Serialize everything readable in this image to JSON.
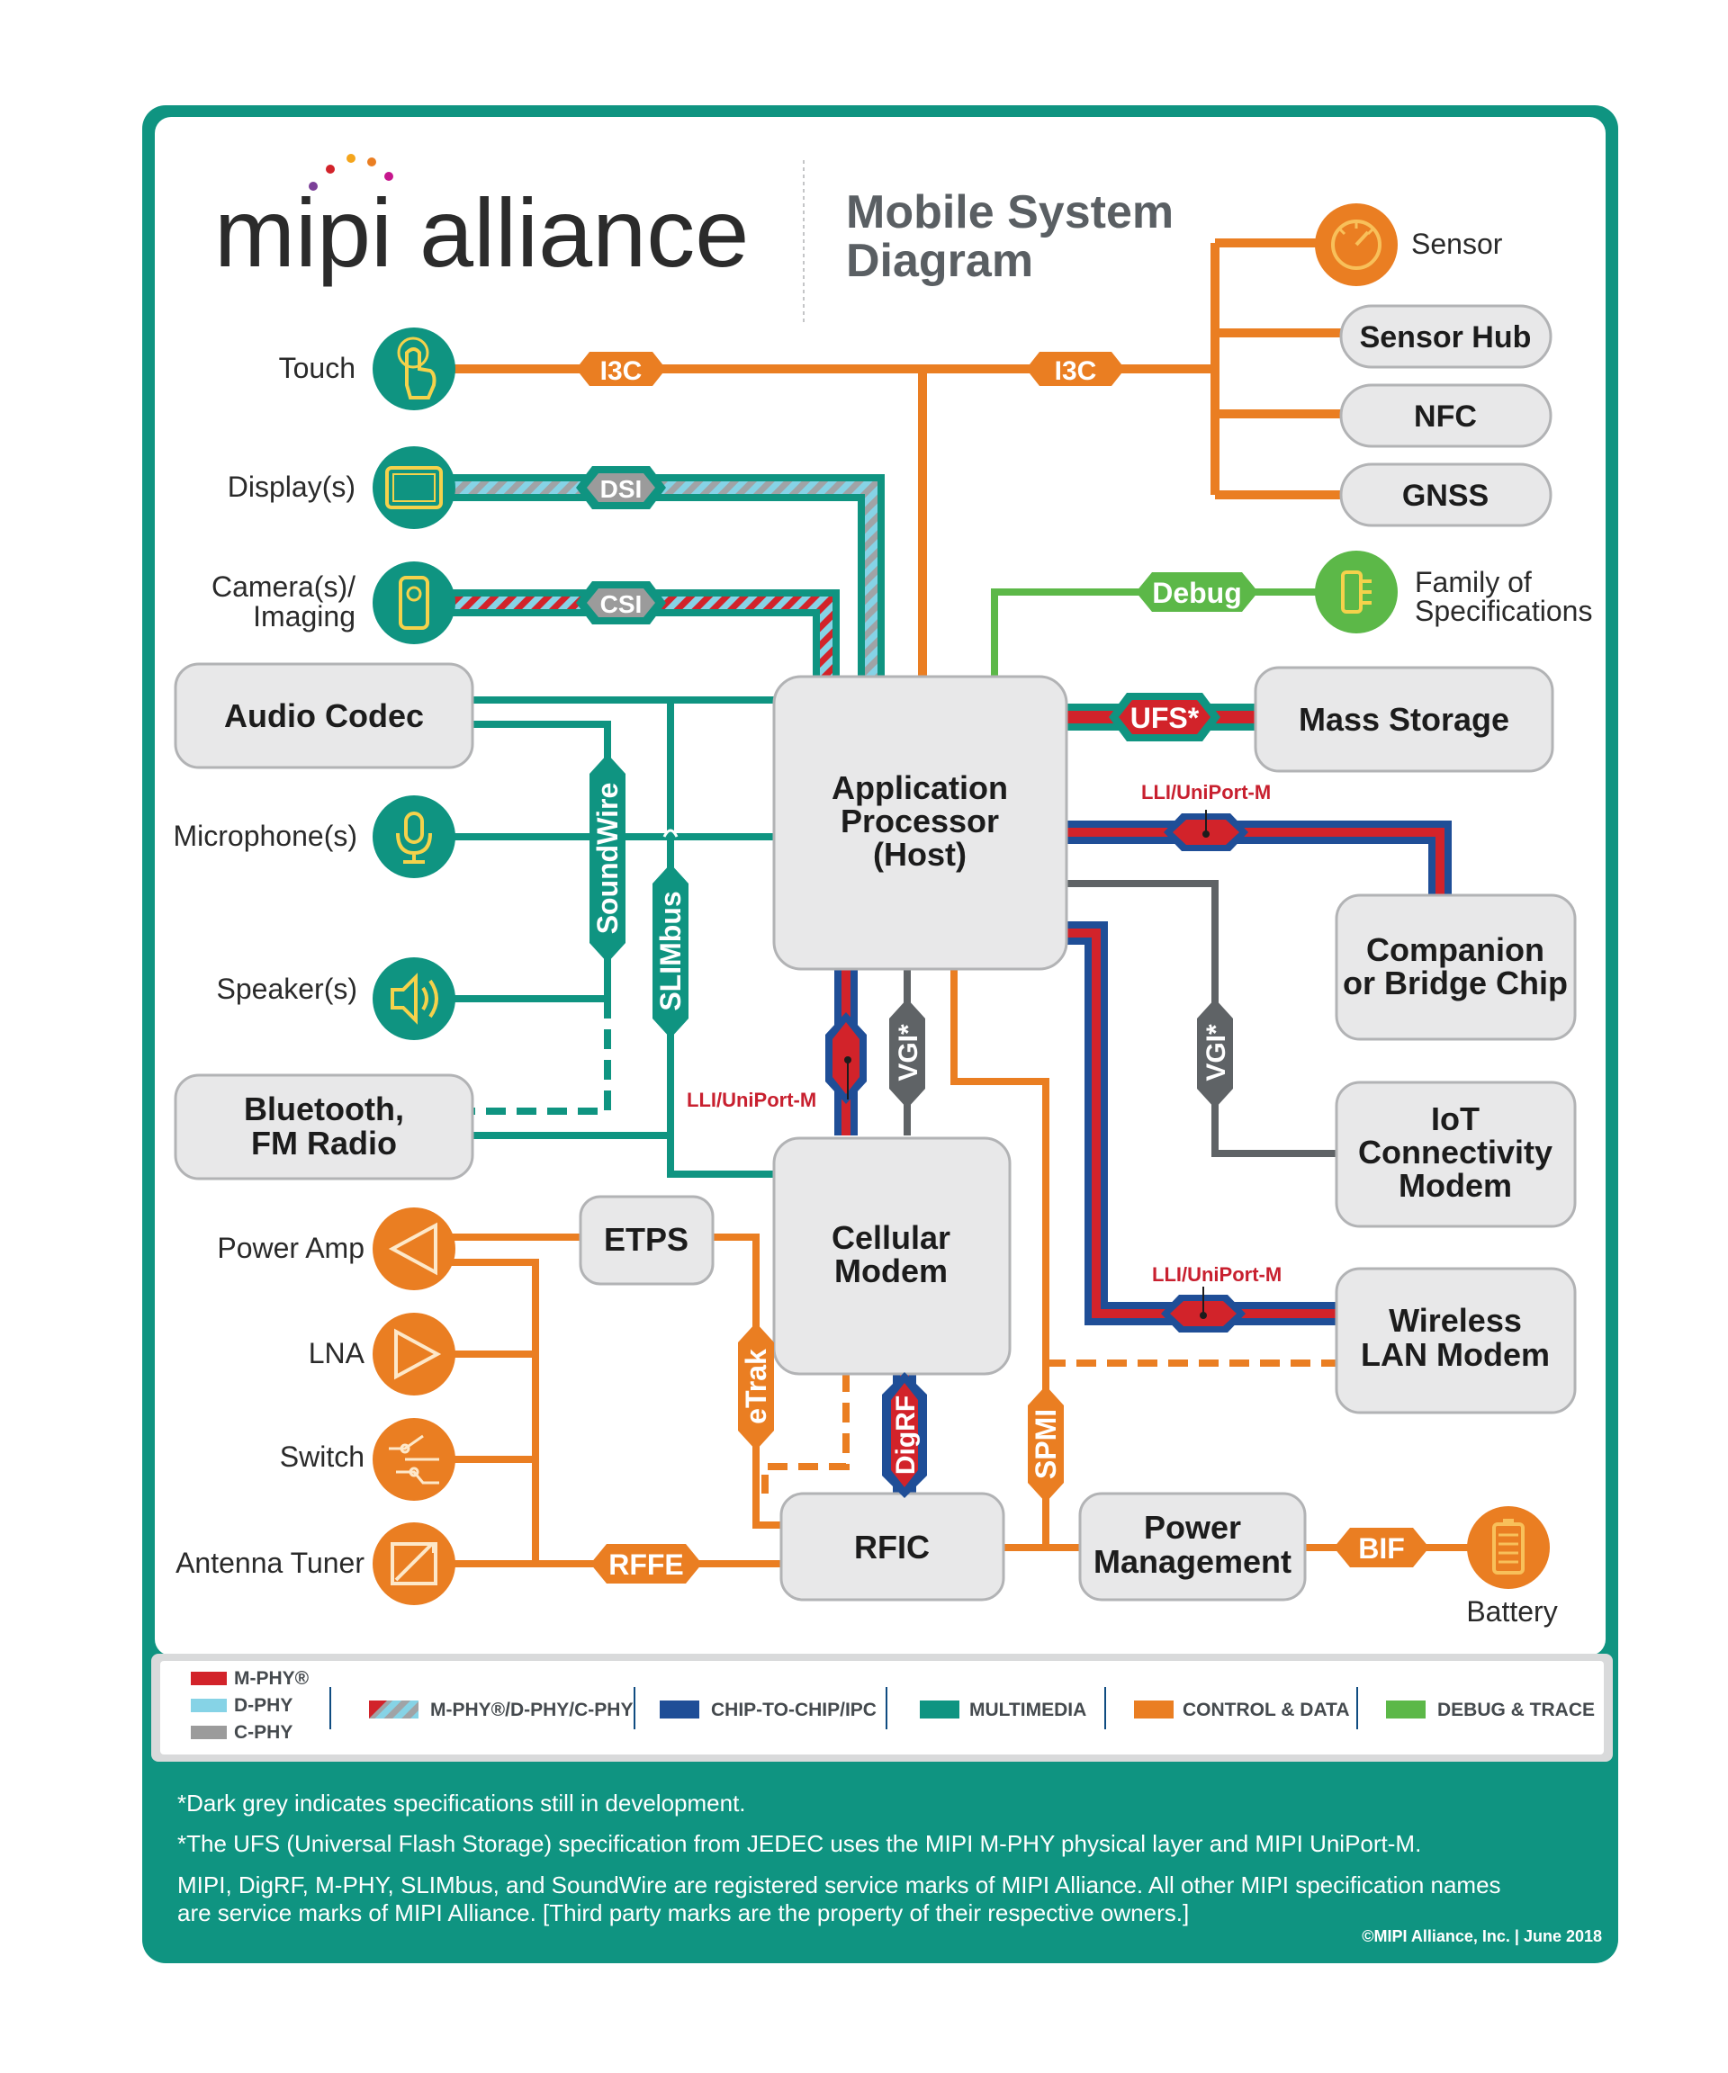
{
  "logo": {
    "text": "mipi alliance"
  },
  "title": {
    "line1": "Mobile System",
    "line2": "Diagram"
  },
  "left_devices": {
    "touch": "Touch",
    "displays": "Display(s)",
    "camera_line1": "Camera(s)/",
    "camera_line2": "Imaging",
    "microphones": "Microphone(s)",
    "speakers": "Speaker(s)",
    "power_amp": "Power Amp",
    "lna": "LNA",
    "switch": "Switch",
    "antenna_tuner": "Antenna Tuner"
  },
  "right_devices": {
    "sensor": "Sensor",
    "family_line1": "Family of",
    "family_line2": "Specifications",
    "battery": "Battery"
  },
  "boxes": {
    "audio_codec": "Audio Codec",
    "bt_line1": "Bluetooth,",
    "bt_line2": "FM Radio",
    "ap_line1": "Application",
    "ap_line2": "Processor",
    "ap_line3": "(Host)",
    "modem_line1": "Cellular",
    "modem_line2": "Modem",
    "etps": "ETPS",
    "rfic": "RFIC",
    "pm_line1": "Power",
    "pm_line2": "Management",
    "sensor_hub": "Sensor Hub",
    "nfc": "NFC",
    "gnss": "GNSS",
    "mass_storage": "Mass Storage",
    "companion_line1": "Companion",
    "companion_line2": "or Bridge Chip",
    "iot_line1": "IoT",
    "iot_line2": "Connectivity",
    "iot_line3": "Modem",
    "wlan_line1": "Wireless",
    "wlan_line2": "LAN Modem"
  },
  "interfaces": {
    "i3c_left": "I3C",
    "i3c_right": "I3C",
    "dsi": "DSI",
    "csi": "CSI",
    "debug": "Debug",
    "ufs": "UFS*",
    "lli_companion": "LLI/UniPort-M",
    "lli_wlan": "LLI/UniPort-M",
    "lli_modem": "LLI/UniPort-M",
    "vgi_left": "VGI*",
    "vgi_right": "VGI*",
    "soundwire": "SoundWire",
    "slimbus": "SLIMbus",
    "etrak": "eTrak",
    "digrf": "DigRF",
    "spmi": "SPMI",
    "rffe": "RFFE",
    "bif": "BIF"
  },
  "legend": {
    "mphy": "M-PHY®",
    "dphy": "D-PHY",
    "cphy": "C-PHY",
    "combo": "M-PHY®/D-PHY/C-PHY",
    "chip": "CHIP-TO-CHIP/IPC",
    "multimedia": "MULTIMEDIA",
    "control": "CONTROL & DATA",
    "debug": "DEBUG & TRACE"
  },
  "footer": {
    "note1": "*Dark grey indicates specifications still in development.",
    "note2": "*The UFS (Universal Flash Storage) specification from JEDEC uses the MIPI M-PHY physical layer and MIPI UniPort-M.",
    "note3_line1": "MIPI, DigRF, M-PHY, SLIMbus, and SoundWire are registered service marks of MIPI Alliance. All other MIPI specification names",
    "note3_line2": "are service marks of MIPI Alliance. [Third party marks are the property of their respective owners.]",
    "copyright": "©MIPI Alliance, Inc. | June 2018"
  },
  "colors": {
    "teal": "#0f9481",
    "orange": "#ea7e22",
    "green": "#5cb848",
    "red": "#d2232a",
    "blue": "#1f4e97",
    "lightblue": "#86d3e6",
    "grey": "#9b9b9b",
    "darkgrey": "#5f6366",
    "box_fill": "#e8e8e9",
    "box_stroke": "#b2b3b5"
  }
}
